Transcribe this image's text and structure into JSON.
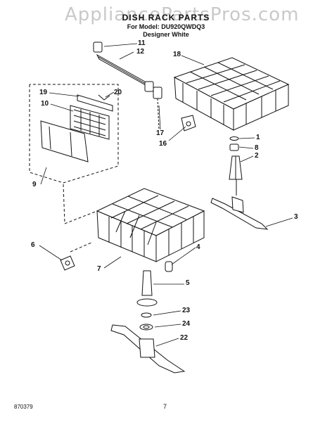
{
  "watermark": "AppliancePartsPros.com",
  "header": {
    "title": "DISH RACK PARTS",
    "model": "For Model: DU920QWDQ3",
    "color": "Designer White"
  },
  "footer": {
    "doc_number": "870379",
    "page": "7"
  },
  "callouts": {
    "c11": "11",
    "c12": "12",
    "c18": "18",
    "c19": "19",
    "c20": "20",
    "c10": "10",
    "c17": "17",
    "c16": "16",
    "c1": "1",
    "c8": "8",
    "c2": "2",
    "c9": "9",
    "c3": "3",
    "c6": "6",
    "c7": "7",
    "c4": "4",
    "c5": "5",
    "c23": "23",
    "c24": "24",
    "c22": "22"
  }
}
